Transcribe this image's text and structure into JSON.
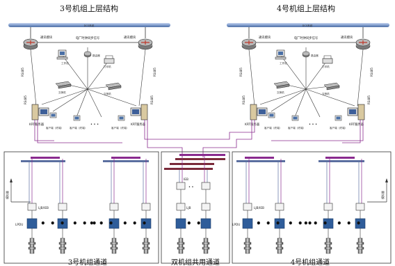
{
  "left": {
    "title": "3号机组上层结构",
    "bus_label": "DCS系统",
    "router_left_label": "通讯模块",
    "router_right_label": "通讯模块",
    "clock_label": "电厂时钟同步信号",
    "workstation_label": "工作站",
    "switch_top_label": "路由器",
    "printer_label": "打印机",
    "hub_left_label": "交换机",
    "hub_right_label": "交换机",
    "rs_left": "RS485",
    "rs_right": "RS485",
    "ktr_left": "KRT服务器",
    "ktr_right": "KRT服务器",
    "clients": [
      "客户端（终端）",
      "客户端（终端）",
      "客户端（终端）"
    ],
    "ellipsis": "• • •",
    "channel_title": "3号机组通道",
    "side_label": "模拟量",
    "ljb_label": "LJB/IEB",
    "lpdu_label": "LPDU"
  },
  "right": {
    "title": "4号机组上层结构",
    "bus_label": "DCS系统",
    "router_left_label": "通讯模块",
    "router_right_label": "通讯模块",
    "clock_label": "电厂时钟同步信号",
    "workstation_label": "工作站",
    "switch_top_label": "路由器",
    "printer_label": "打印机",
    "hub_left_label": "交换机",
    "hub_right_label": "交换机",
    "rs_left": "RS485",
    "rs_right": "RS485",
    "ktr_left": "KRT服务器",
    "ktr_right": "KRT服务器",
    "clients": [
      "客户端（终端）",
      "客户端（终端）",
      "客户端（终端）"
    ],
    "ellipsis": "• • •",
    "channel_title": "4号机组通道",
    "side_label": "模拟量",
    "ljb_label": "LJB/IEB",
    "lpdu_label": "LPDU"
  },
  "shared": {
    "channel_title": "双机组共用通道",
    "ieb_label": "IEB",
    "ljb_label": "LJB",
    "ieb_dots": "• •"
  },
  "colors": {
    "bus_blue": "#6f8fc0",
    "purple_link": "#8a2b8f",
    "maroon_bar": "#7a2a3a",
    "node_blue": "#2f5d9a",
    "box_border": "#333333"
  }
}
